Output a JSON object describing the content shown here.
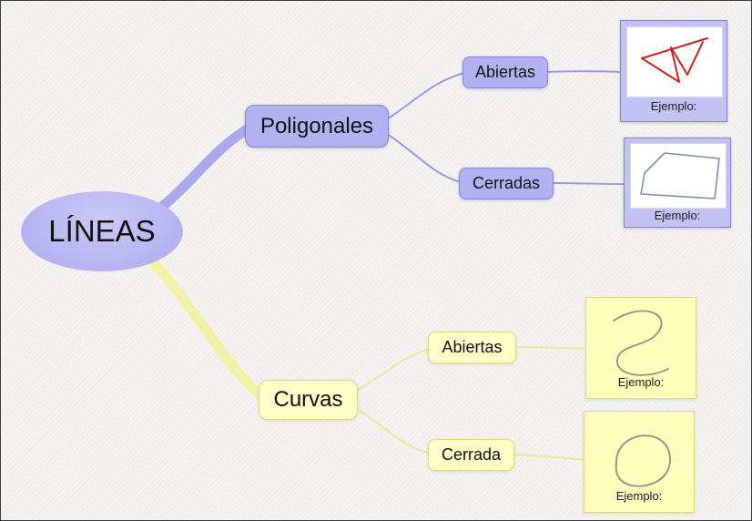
{
  "root": {
    "label": "LÍNEAS"
  },
  "poligonales": {
    "label": "Poligonales",
    "abiertas": {
      "label": "Abiertas",
      "example_label": "Ejemplo:"
    },
    "cerradas": {
      "label": "Cerradas",
      "example_label": "Ejemplo:"
    }
  },
  "curvas": {
    "label": "Curvas",
    "abiertas": {
      "label": "Abiertas",
      "example_label": "Ejemplo:"
    },
    "cerrada": {
      "label": "Cerrada",
      "example_label": "Ejemplo:"
    }
  },
  "colors": {
    "purple_fill": "#b2b2f2",
    "purple_border": "#8484d6",
    "purple_box": "#c2c2f4",
    "purple_branch": "#a9a9ec",
    "purple_link": "#9a9ade",
    "yellow_fill": "#ffffc8",
    "yellow_border": "#d9d98a",
    "yellow_box": "#ffffbd",
    "yellow_branch": "#f2f2a6",
    "yellow_link": "#eaea9c",
    "red_example": "#cf1f1f",
    "polygon_gray": "#7e8da5",
    "curve_gray": "#8f8f85"
  }
}
